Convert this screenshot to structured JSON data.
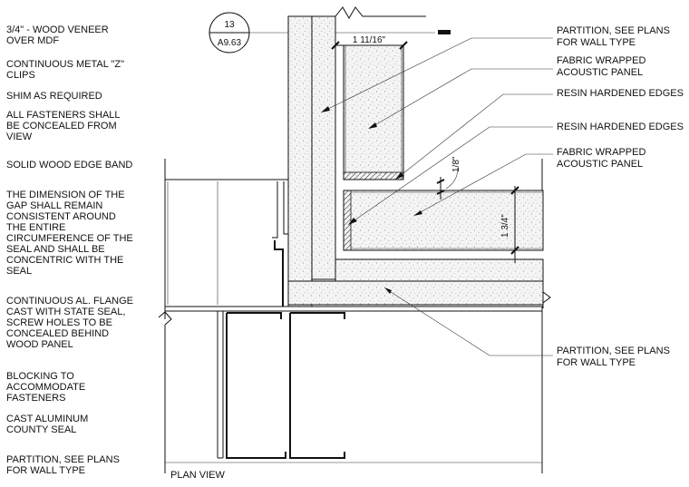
{
  "left_notes": [
    [
      "3/4\" - WOOD VENEER",
      "OVER MDF"
    ],
    [
      "CONTINUOUS METAL \"Z\"",
      "CLIPS"
    ],
    [
      "SHIM AS REQUIRED"
    ],
    [
      "ALL FASTENERS SHALL",
      "BE CONCEALED FROM",
      "VIEW"
    ],
    [
      "SOLID WOOD EDGE BAND"
    ],
    [
      "THE DIMENSION OF THE",
      "GAP SHALL REMAIN",
      "CONSISTENT AROUND",
      "THE ENTIRE",
      "CIRCUMFERENCE OF THE",
      "SEAL AND SHALL BE",
      "CONCENTRIC WITH THE",
      "SEAL"
    ],
    [
      "CONTINUOUS AL. FLANGE",
      "CAST WITH STATE SEAL,",
      "SCREW HOLES TO BE",
      "CONCEALED BEHIND",
      "WOOD PANEL"
    ],
    [
      "BLOCKING TO",
      "ACCOMMODATE",
      "FASTENERS"
    ],
    [
      "CAST ALUMINUM",
      "COUNTY SEAL"
    ],
    [
      "PARTITION, SEE PLANS",
      "FOR WALL TYPE"
    ]
  ],
  "right_notes": [
    [
      "PARTITION, SEE PLANS",
      "FOR WALL TYPE"
    ],
    [
      "FABRIC WRAPPED",
      "ACOUSTIC PANEL"
    ],
    [
      "RESIN HARDENED EDGES"
    ],
    [
      "RESIN HARDENED EDGES"
    ],
    [
      "FABRIC WRAPPED",
      "ACOUSTIC PANEL"
    ],
    [
      "PARTITION, SEE PLANS",
      "FOR WALL TYPE"
    ]
  ],
  "section_tag": {
    "number": "13",
    "sheet": "A9.63"
  },
  "dimensions": {
    "panel_depth": "1 11/16\"",
    "gap": "1/8\"",
    "panel_thickness": "1 3/4\""
  },
  "view_title": "PLAN VIEW"
}
